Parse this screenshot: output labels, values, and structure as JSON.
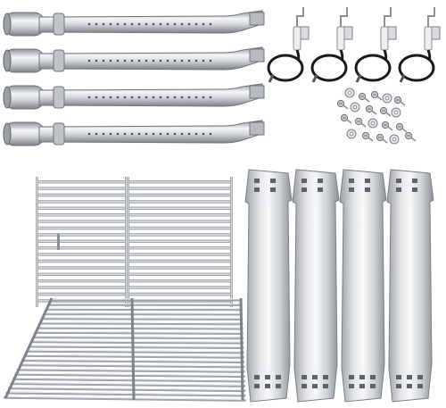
{
  "image": {
    "kind": "product-photo",
    "background": "#ffffff"
  },
  "parts": {
    "burners": {
      "count": 4,
      "icon": "burner-tube-icon"
    },
    "igniters": {
      "count": 4,
      "icon": "igniter-electrode-icon"
    },
    "hardware": {
      "count": 20,
      "icon": "screw-icon"
    },
    "cooking_grates": {
      "count": 2,
      "icon": "grill-grate-icon"
    },
    "heat_plates": {
      "count": 4,
      "icon": "heat-plate-icon"
    }
  },
  "colors": {
    "steel_light": "#f2f3f4",
    "steel_mid": "#c9cdd1",
    "steel_dark": "#8c9298",
    "rod": "#a9aeb3",
    "wire": "#1a1a1a"
  }
}
